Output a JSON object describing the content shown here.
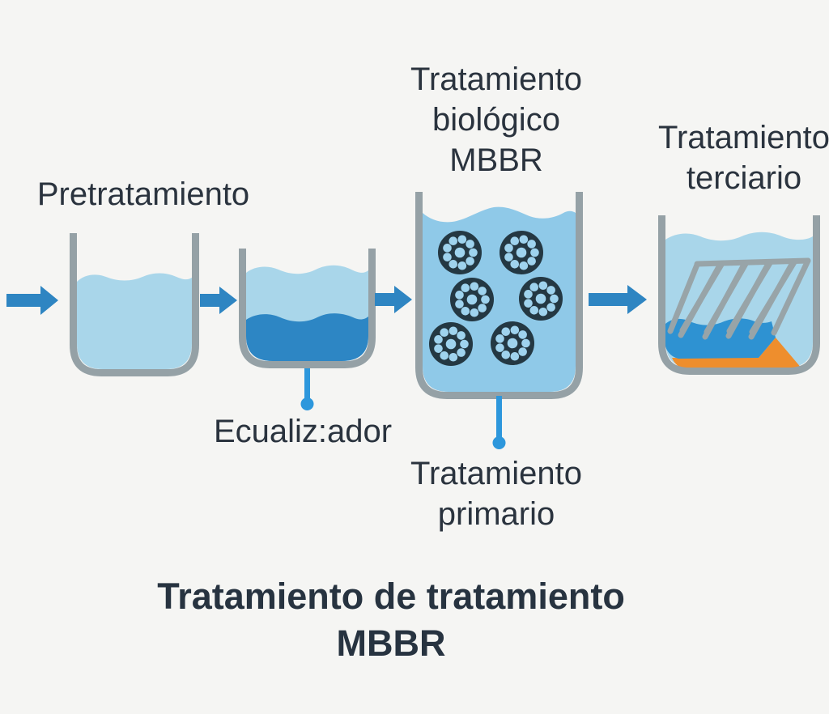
{
  "title": "Tratamiento de tratamiento\nMBBR",
  "stages": [
    {
      "name": "pretratamiento",
      "label": "Pretratamiento"
    },
    {
      "name": "ecualizador",
      "label": "Ecualiz:ador"
    },
    {
      "name": "tratamiento-biologico-mbbr",
      "label": "Tratamiento\nbiológico\nMBBR",
      "sublabel": "Tratamiento\nprimario"
    },
    {
      "name": "tratamiento-terciario",
      "label": "Tratamiento\nterciario"
    }
  ],
  "colors": {
    "background": "#f5f5f3",
    "text": "#2a333e",
    "tank_wall": "#95a1a6",
    "water_light": "#a9d6ea",
    "water_mbbr": "#8fc9e8",
    "equalizer_dark_layer": "#2d86c4",
    "tertiary_sludge_blue": "#2e92d2",
    "sediment_orange": "#ee8e2d",
    "flow_arrow": "#2e85c2",
    "pointer_blue": "#2d97dc",
    "carrier_body": "#243843",
    "carrier_dots": "#9fd3ee"
  }
}
